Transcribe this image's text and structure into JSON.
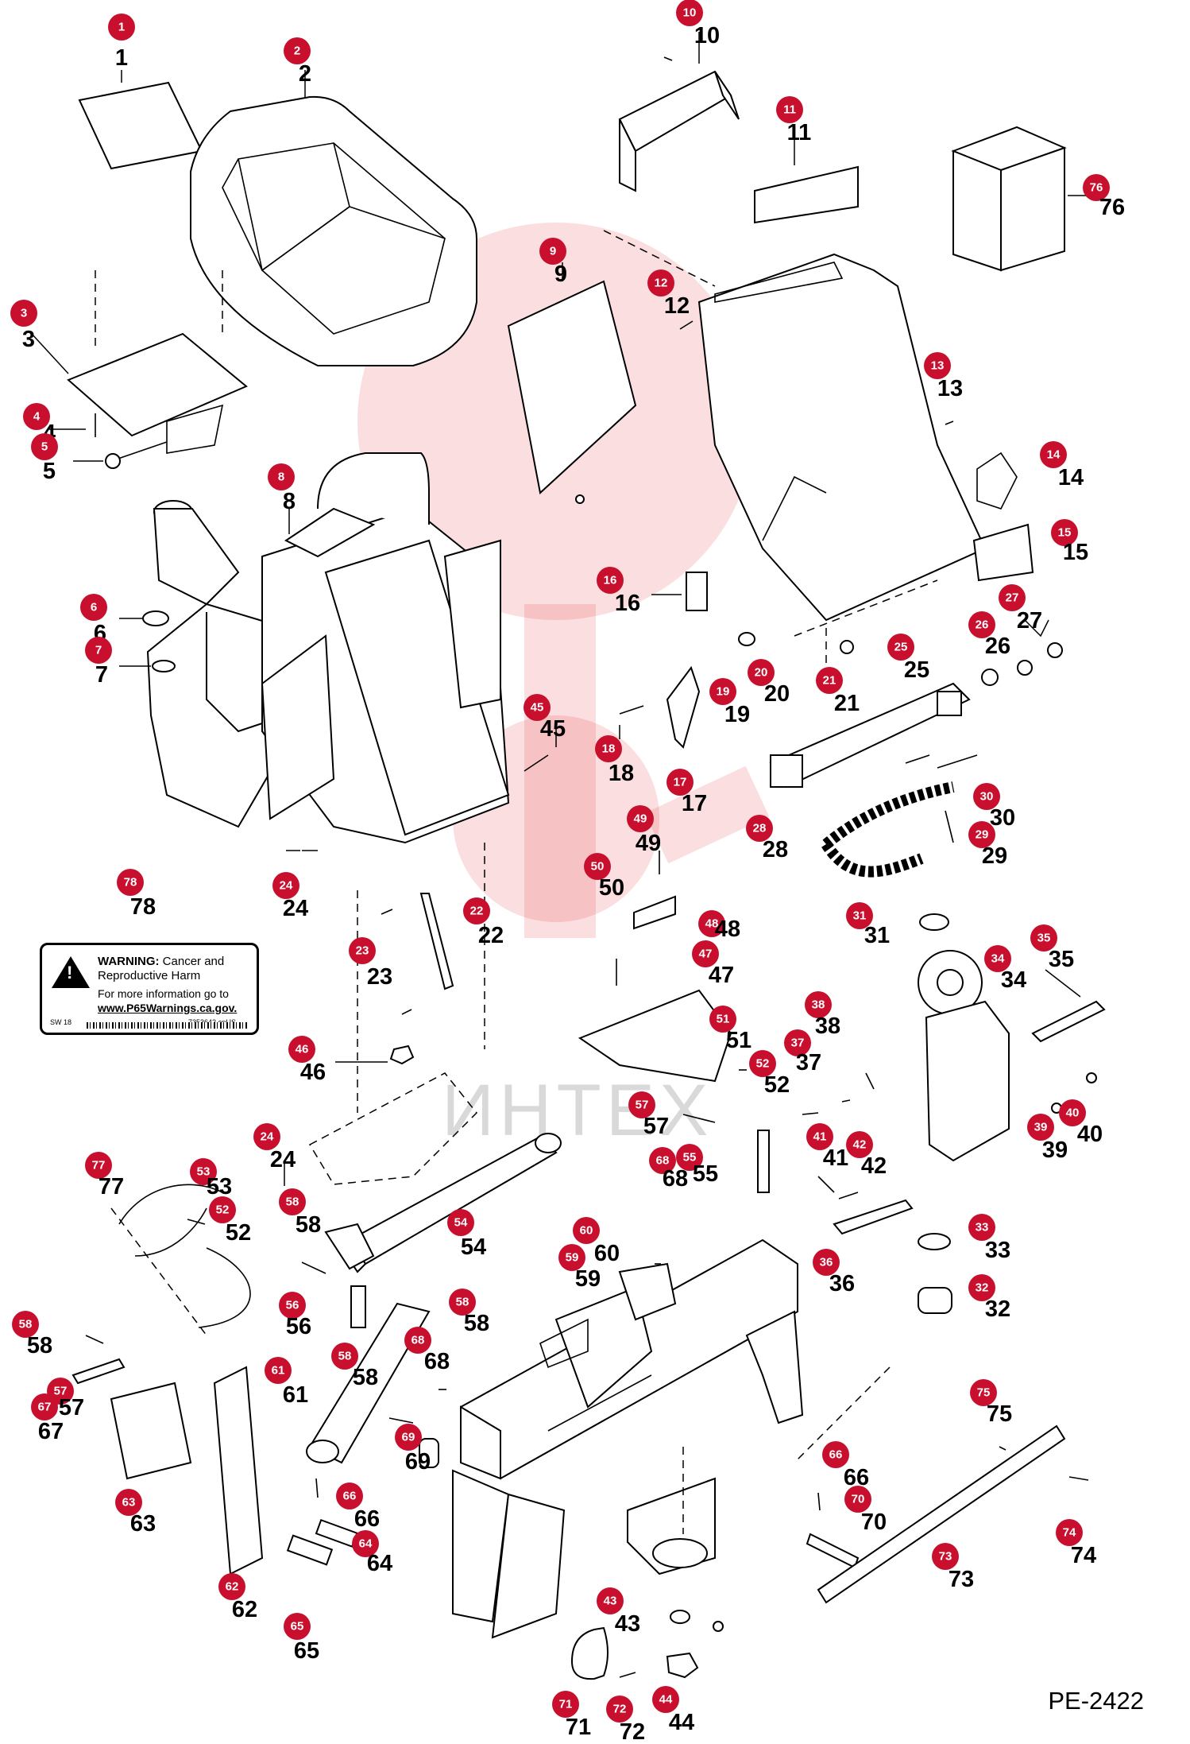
{
  "diagram_code": "PE-2422",
  "watermark": "ИНТЕХ",
  "warning_label": {
    "heading_bold": "WARNING:",
    "heading_rest": "Cancer and Reproductive Harm",
    "line1": "For more information go to",
    "link": "www.P65Warnings.ca.gov.",
    "code_left": "SW 18",
    "code_right": "7353642 enUS",
    "triangle_symbol": "!"
  },
  "callouts": [
    {
      "n": "1",
      "label": "1"
    },
    {
      "n": "2",
      "label": "2"
    },
    {
      "n": "3",
      "label": "3"
    },
    {
      "n": "4",
      "label": "4"
    },
    {
      "n": "5",
      "label": "5"
    },
    {
      "n": "6",
      "label": "6"
    },
    {
      "n": "7",
      "label": "7"
    },
    {
      "n": "8",
      "label": "8"
    },
    {
      "n": "9",
      "label": "9"
    },
    {
      "n": "10",
      "label": "10"
    },
    {
      "n": "11",
      "label": "11"
    },
    {
      "n": "12",
      "label": "12"
    },
    {
      "n": "13",
      "label": "13"
    },
    {
      "n": "14",
      "label": "14"
    },
    {
      "n": "15",
      "label": "15"
    },
    {
      "n": "16",
      "label": "16"
    },
    {
      "n": "17",
      "label": "17"
    },
    {
      "n": "18",
      "label": "18"
    },
    {
      "n": "19",
      "label": "19"
    },
    {
      "n": "20",
      "label": "20"
    },
    {
      "n": "21",
      "label": "21"
    },
    {
      "n": "22",
      "label": "22"
    },
    {
      "n": "23",
      "label": "23"
    },
    {
      "n": "24",
      "label": "24"
    },
    {
      "n": "24",
      "label": "24"
    },
    {
      "n": "25",
      "label": "25"
    },
    {
      "n": "26",
      "label": "26"
    },
    {
      "n": "27",
      "label": "27"
    },
    {
      "n": "28",
      "label": "28"
    },
    {
      "n": "29",
      "label": "29"
    },
    {
      "n": "30",
      "label": "30"
    },
    {
      "n": "31",
      "label": "31"
    },
    {
      "n": "32",
      "label": "32"
    },
    {
      "n": "33",
      "label": "33"
    },
    {
      "n": "34",
      "label": "34"
    },
    {
      "n": "35",
      "label": "35"
    },
    {
      "n": "36",
      "label": "36"
    },
    {
      "n": "37",
      "label": "37"
    },
    {
      "n": "38",
      "label": "38"
    },
    {
      "n": "39",
      "label": "39"
    },
    {
      "n": "40",
      "label": "40"
    },
    {
      "n": "41",
      "label": "41"
    },
    {
      "n": "42",
      "label": "42"
    },
    {
      "n": "43",
      "label": "43"
    },
    {
      "n": "44",
      "label": "44"
    },
    {
      "n": "45",
      "label": "45"
    },
    {
      "n": "46",
      "label": "46"
    },
    {
      "n": "47",
      "label": "47"
    },
    {
      "n": "48",
      "label": "48"
    },
    {
      "n": "49",
      "label": "49"
    },
    {
      "n": "50",
      "label": "50"
    },
    {
      "n": "51",
      "label": "51"
    },
    {
      "n": "52",
      "label": "52"
    },
    {
      "n": "52",
      "label": "52"
    },
    {
      "n": "53",
      "label": "53"
    },
    {
      "n": "54",
      "label": "54"
    },
    {
      "n": "55",
      "label": "55"
    },
    {
      "n": "56",
      "label": "56"
    },
    {
      "n": "57",
      "label": "57"
    },
    {
      "n": "57",
      "label": "57"
    },
    {
      "n": "58",
      "label": "58"
    },
    {
      "n": "58",
      "label": "58"
    },
    {
      "n": "58",
      "label": "58"
    },
    {
      "n": "58",
      "label": "58"
    },
    {
      "n": "59",
      "label": "59"
    },
    {
      "n": "60",
      "label": "60"
    },
    {
      "n": "61",
      "label": "61"
    },
    {
      "n": "62",
      "label": "62"
    },
    {
      "n": "63",
      "label": "63"
    },
    {
      "n": "64",
      "label": "64"
    },
    {
      "n": "65",
      "label": "65"
    },
    {
      "n": "66",
      "label": "66"
    },
    {
      "n": "66",
      "label": "66"
    },
    {
      "n": "67",
      "label": "67"
    },
    {
      "n": "68",
      "label": "68"
    },
    {
      "n": "68",
      "label": "68"
    },
    {
      "n": "69",
      "label": "69"
    },
    {
      "n": "70",
      "label": "70"
    },
    {
      "n": "71",
      "label": "71"
    },
    {
      "n": "72",
      "label": "72"
    },
    {
      "n": "73",
      "label": "73"
    },
    {
      "n": "74",
      "label": "74"
    },
    {
      "n": "75",
      "label": "75"
    },
    {
      "n": "76",
      "label": "76"
    },
    {
      "n": "77",
      "label": "77"
    },
    {
      "n": "78",
      "label": "78"
    }
  ]
}
